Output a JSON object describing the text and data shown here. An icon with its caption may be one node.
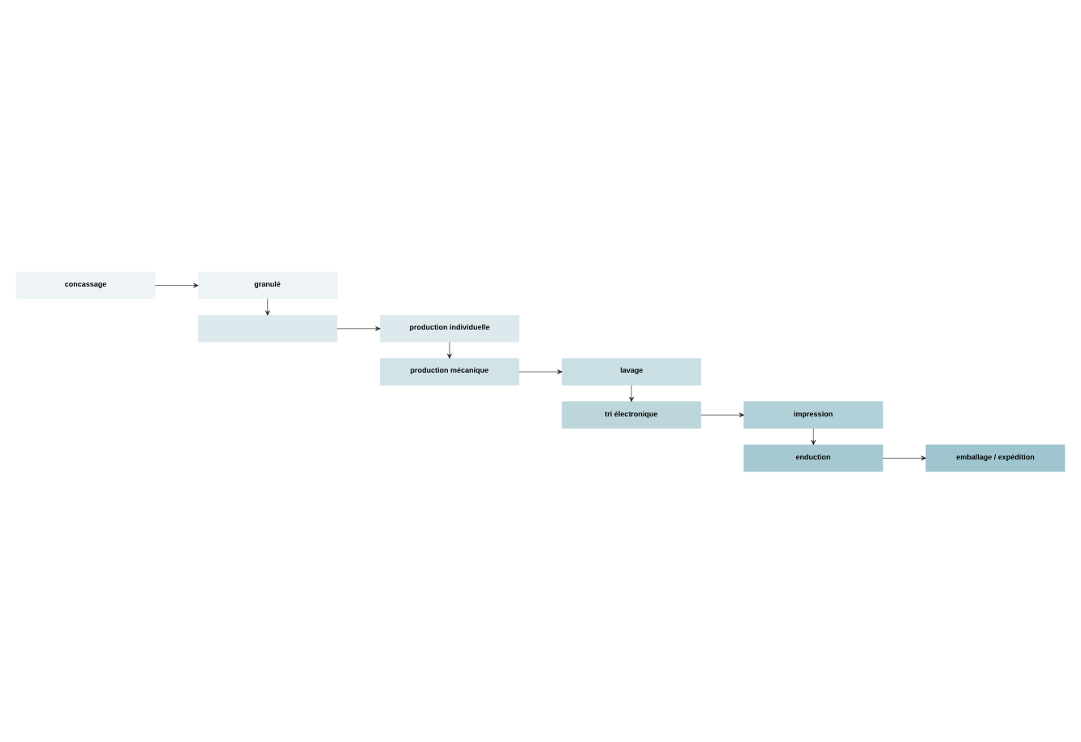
{
  "diagram": {
    "nodes": [
      {
        "text": [
          "concassage"
        ]
      },
      {
        "text": [
          "granulé"
        ]
      },
      {
        "text": [],
        "shape": "box"
      },
      {
        "text": [
          "production individuelle"
        ]
      },
      {
        "text": [
          "production mécanique"
        ]
      },
      {
        "text": [
          "lavage"
        ]
      },
      {
        "text": [
          "tri électronique"
        ]
      },
      {
        "text": [
          "impression"
        ]
      },
      {
        "text": [
          "enduction"
        ]
      },
      {
        "text": [
          "emballage / expédition"
        ]
      }
    ],
    "edges": [
      {
        "from": 0,
        "to": 1,
        "arrow": "to"
      },
      {
        "from": 1,
        "to": 2,
        "arrow": "to"
      },
      {
        "from": 2,
        "to": 3,
        "arrow": "to"
      },
      {
        "from": 3,
        "to": 4,
        "arrow": "to"
      },
      {
        "from": 4,
        "to": 5,
        "arrow": "to"
      },
      {
        "from": 5,
        "to": 6,
        "arrow": "to"
      },
      {
        "from": 6,
        "to": 7,
        "arrow": "to"
      },
      {
        "from": 7,
        "to": 8,
        "arrow": "to"
      },
      {
        "from": 8,
        "to": 9,
        "arrow": "to"
      }
    ]
  }
}
